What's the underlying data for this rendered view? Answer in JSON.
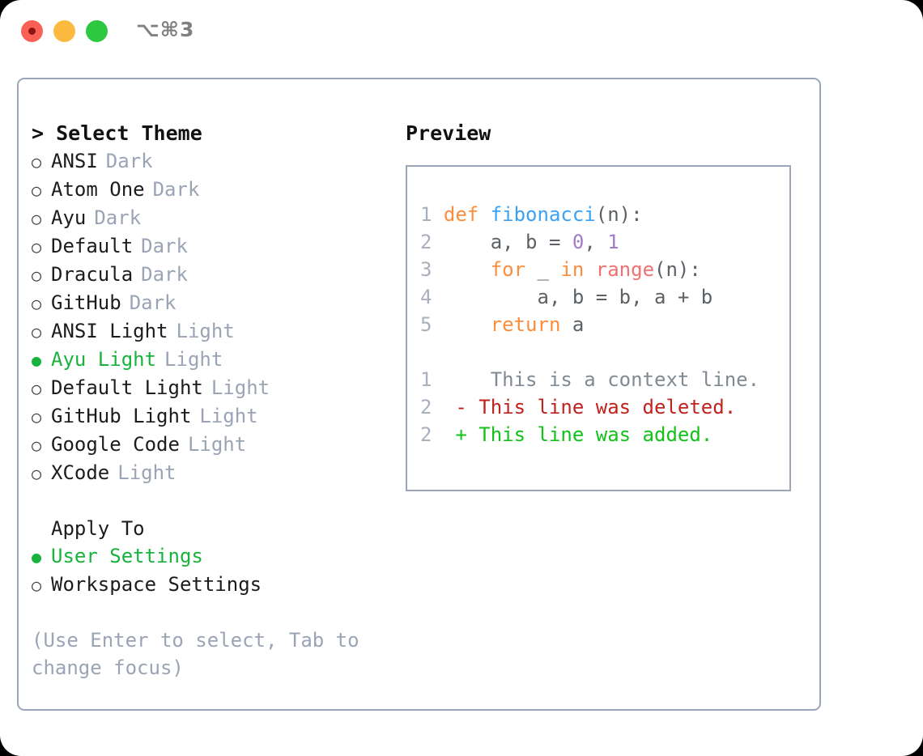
{
  "titlebar": {
    "shortcut": "⌥⌘3",
    "buttons": [
      {
        "name": "close",
        "color": "#fb6057"
      },
      {
        "name": "minimize",
        "color": "#fcbb40"
      },
      {
        "name": "maximize",
        "color": "#2ec840"
      }
    ]
  },
  "theme_section": {
    "caret": ">",
    "heading": "Select Theme",
    "bullet_unselected": "○",
    "bullet_selected": "●",
    "items": [
      {
        "marker": "○",
        "label": "ANSI",
        "tag": "Dark",
        "selected": false
      },
      {
        "marker": "○",
        "label": "Atom One",
        "tag": "Dark",
        "selected": false
      },
      {
        "marker": "○",
        "label": "Ayu",
        "tag": "Dark",
        "selected": false
      },
      {
        "marker": "○",
        "label": "Default",
        "tag": "Dark",
        "selected": false
      },
      {
        "marker": "○",
        "label": "Dracula",
        "tag": "Dark",
        "selected": false
      },
      {
        "marker": "○",
        "label": "GitHub",
        "tag": "Dark",
        "selected": false
      },
      {
        "marker": "○",
        "label": "ANSI Light",
        "tag": "Light",
        "selected": false
      },
      {
        "marker": "●",
        "label": "Ayu Light",
        "tag": "Light",
        "selected": true
      },
      {
        "marker": "○",
        "label": "Default Light",
        "tag": "Light",
        "selected": false
      },
      {
        "marker": "○",
        "label": "GitHub Light",
        "tag": "Light",
        "selected": false
      },
      {
        "marker": "○",
        "label": "Google Code",
        "tag": "Light",
        "selected": false
      },
      {
        "marker": "○",
        "label": "XCode",
        "tag": "Light",
        "selected": false
      }
    ]
  },
  "apply_to_section": {
    "heading": "Apply To",
    "items": [
      {
        "marker": "●",
        "label": "User Settings",
        "selected": true
      },
      {
        "marker": "○",
        "label": "Workspace Settings",
        "selected": false
      }
    ]
  },
  "hint": "(Use Enter to select, Tab to change focus)",
  "preview": {
    "heading": "Preview",
    "code_lines": [
      {
        "n": "1",
        "tokens": [
          {
            "t": "def ",
            "c": "kw"
          },
          {
            "t": "fibonacci",
            "c": "fn"
          },
          {
            "t": "(n):",
            "c": "punc"
          }
        ]
      },
      {
        "n": "2",
        "tokens": [
          {
            "t": "    a, b = ",
            "c": "txt"
          },
          {
            "t": "0",
            "c": "num"
          },
          {
            "t": ", ",
            "c": "txt"
          },
          {
            "t": "1",
            "c": "num"
          }
        ]
      },
      {
        "n": "3",
        "tokens": [
          {
            "t": "    for ",
            "c": "kw"
          },
          {
            "t": "_ ",
            "c": "txt"
          },
          {
            "t": "in ",
            "c": "kw"
          },
          {
            "t": "range",
            "c": "bi"
          },
          {
            "t": "(n):",
            "c": "punc"
          }
        ]
      },
      {
        "n": "4",
        "tokens": [
          {
            "t": "        a, b = b, a + b",
            "c": "txt"
          }
        ]
      },
      {
        "n": "5",
        "tokens": [
          {
            "t": "    return ",
            "c": "kw"
          },
          {
            "t": "a",
            "c": "txt"
          }
        ]
      }
    ],
    "diff_lines": [
      {
        "n": "1",
        "sign": " ",
        "text": "  This is a context line.",
        "kind": "d-ctx"
      },
      {
        "n": "2",
        "sign": "-",
        "text": " This line was deleted.",
        "kind": "d-del"
      },
      {
        "n": "2",
        "sign": "+",
        "text": " This line was added.",
        "kind": "d-add"
      }
    ]
  },
  "colors": {
    "accent_green": "#18b33c",
    "muted": "#9ba4b5",
    "border": "#9ba6b8",
    "keyword": "#fa8d3e",
    "function": "#3aa2f5",
    "number": "#a37acc",
    "builtin": "#f07171",
    "diff_deleted": "#c0231d",
    "diff_added": "#13c219"
  }
}
